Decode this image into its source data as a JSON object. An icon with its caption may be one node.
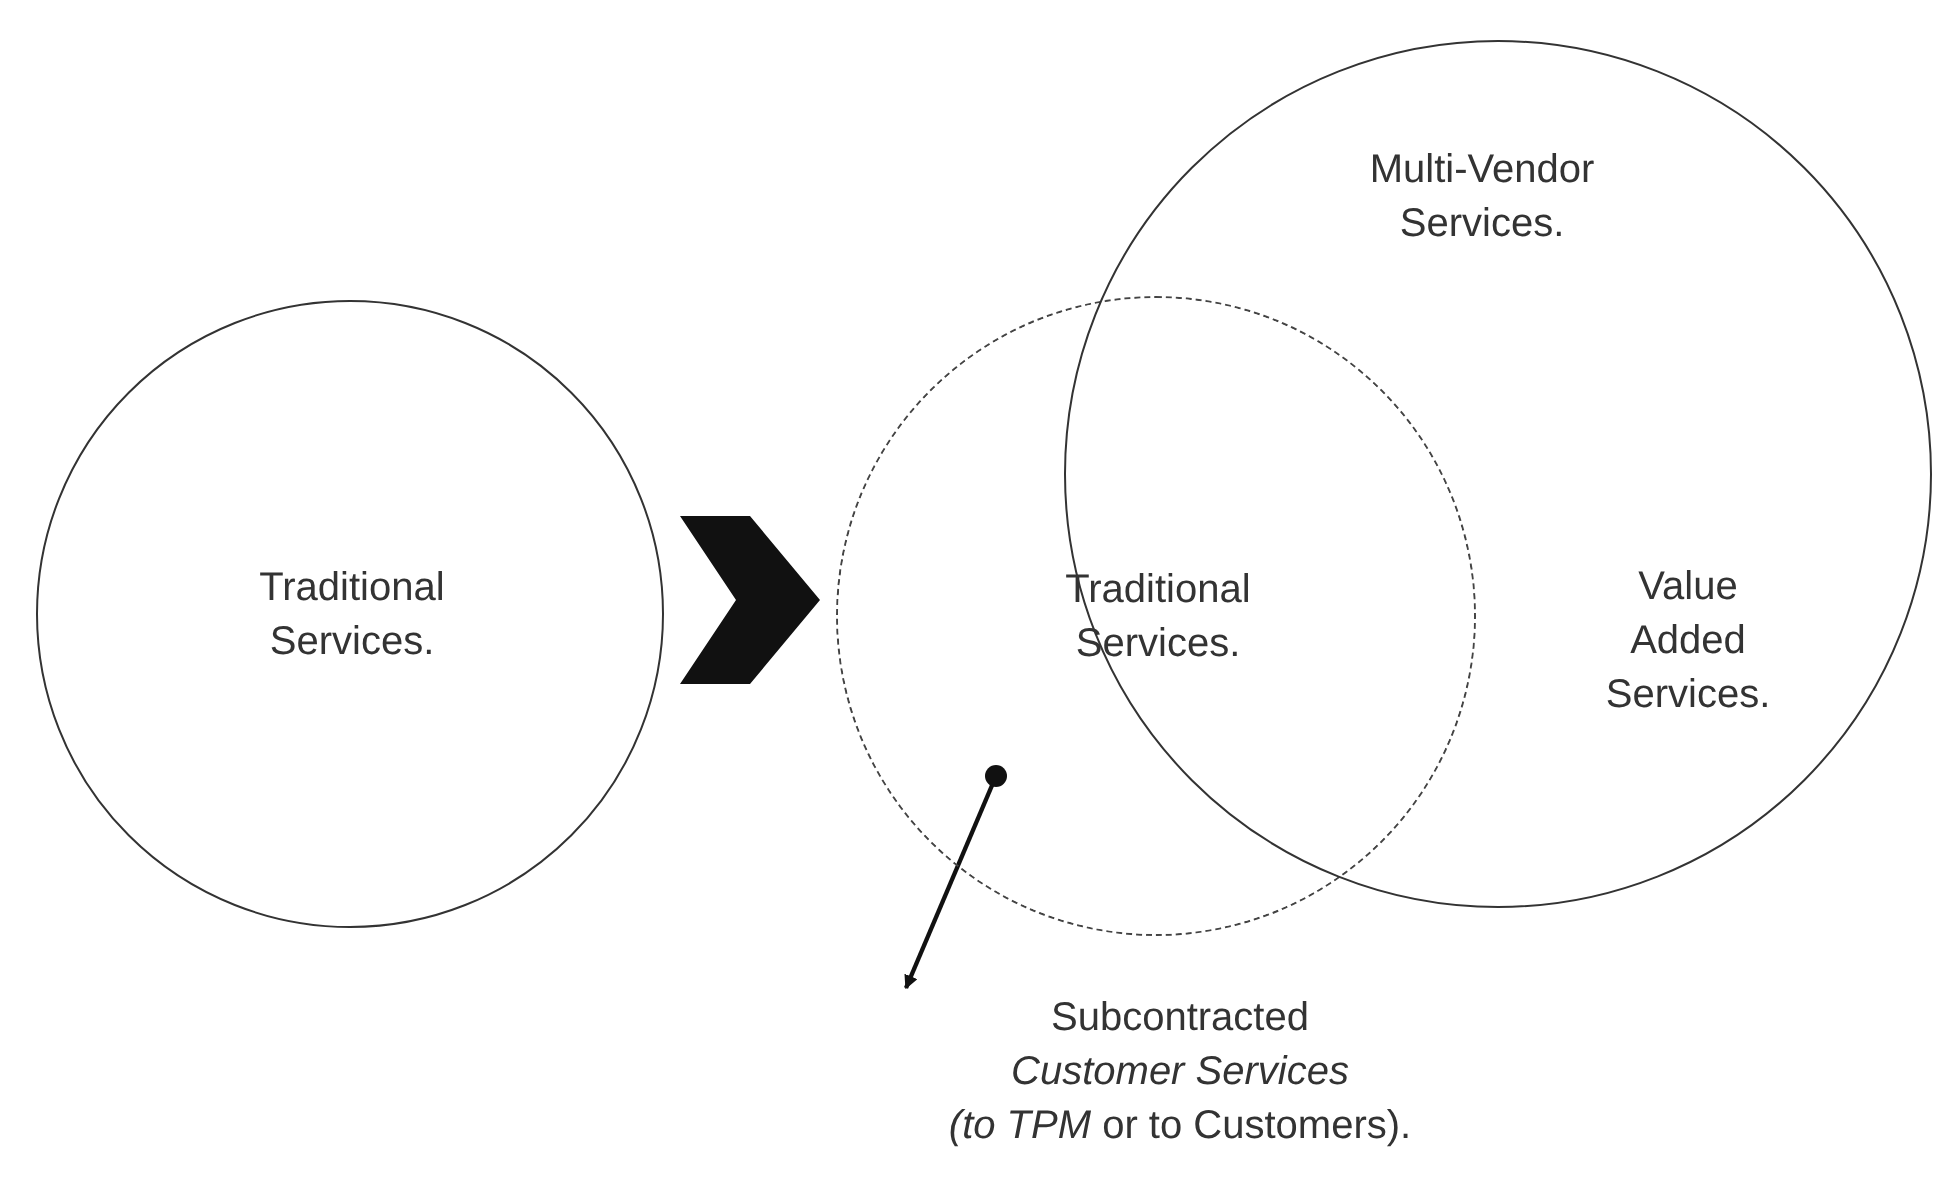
{
  "diagram": {
    "nodes": [
      {
        "text": [
          "Traditional Services."
        ]
      },
      {
        "text": [
          "Traditional Services."
        ]
      },
      {
        "text": [
          "Multi-Vendor Services.",
          "Value Added Services."
        ]
      },
      {
        "text": [
          "Subcontracted *Customer Services* *(to TPM* or to Customers)."
        ]
      }
    ],
    "edges": [
      {
        "from": 0,
        "to": 1,
        "arrow": "to"
      },
      {
        "from": 1,
        "to": 3,
        "arrow": "to"
      }
    ]
  }
}
